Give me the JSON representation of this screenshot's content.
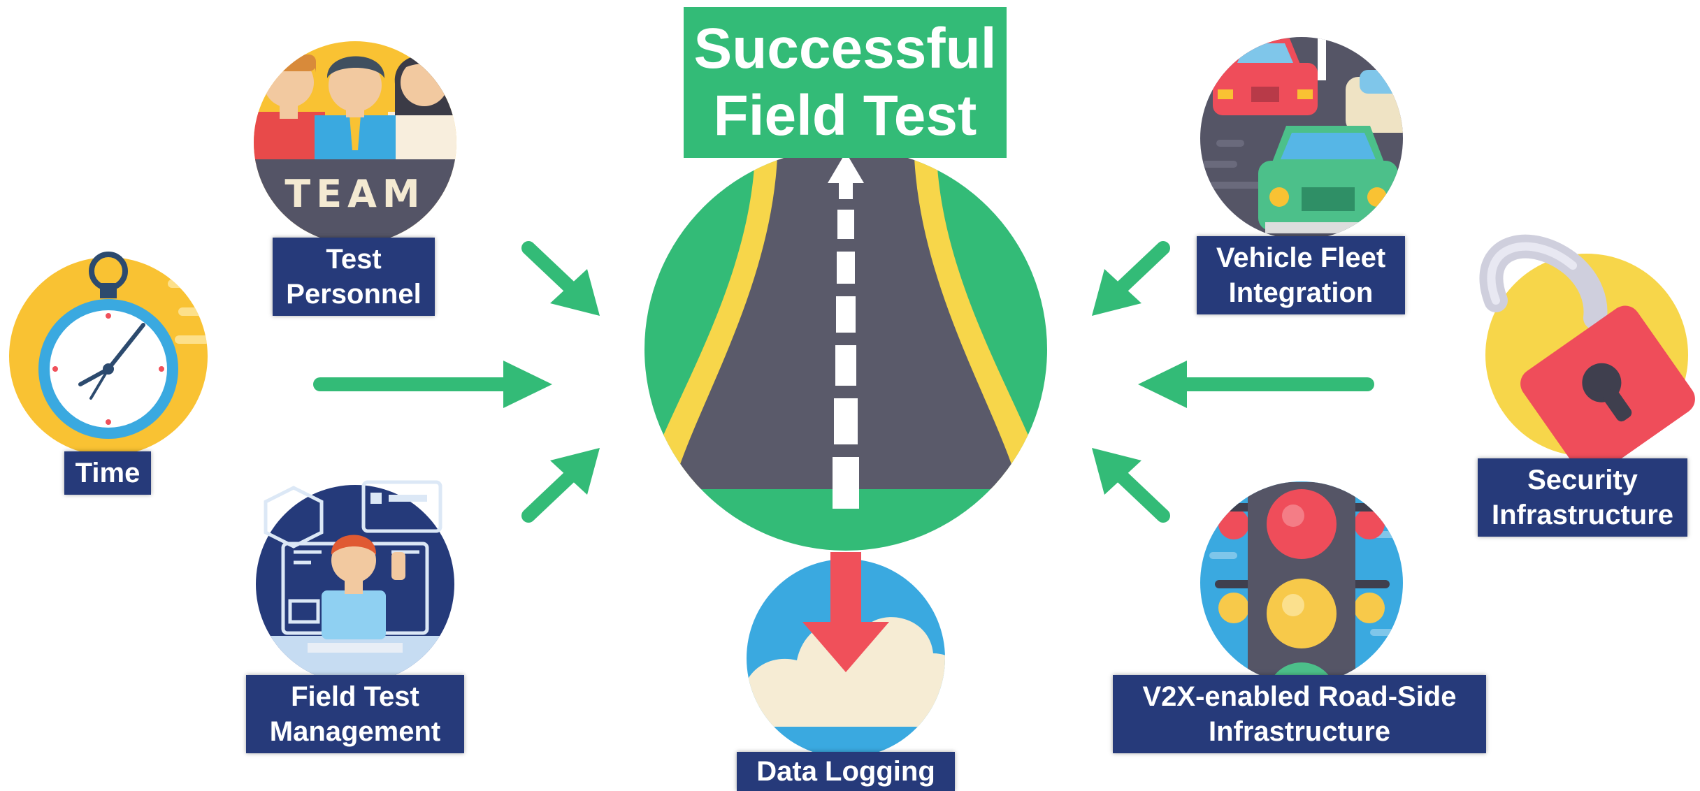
{
  "title": {
    "line1": "Successful",
    "line2": "Field Test"
  },
  "nodes": {
    "time": {
      "label": "Time",
      "icon": "stopwatch-icon"
    },
    "test_personnel": {
      "line1": "Test",
      "line2": "Personnel",
      "icon": "team-icon",
      "badge_text": "TEAM"
    },
    "field_test_management": {
      "line1": "Field Test",
      "line2": "Management",
      "icon": "engineer-dashboard-icon"
    },
    "data_logging": {
      "label": "Data Logging",
      "icon": "cloud-download-icon"
    },
    "vehicle_fleet": {
      "line1": "Vehicle Fleet",
      "line2": "Integration",
      "icon": "vehicles-icon"
    },
    "security": {
      "line1": "Security",
      "line2": "Infrastructure",
      "icon": "padlock-icon"
    },
    "v2x": {
      "line1": "V2X-enabled Road-Side",
      "line2": "Infrastructure",
      "icon": "traffic-light-icon"
    }
  },
  "colors": {
    "accent_green": "#33bb77",
    "label_navy": "#263a7a",
    "road_gray": "#5a5a6a",
    "road_yellow": "#f7d64a",
    "arrow_red": "#f0505a"
  }
}
